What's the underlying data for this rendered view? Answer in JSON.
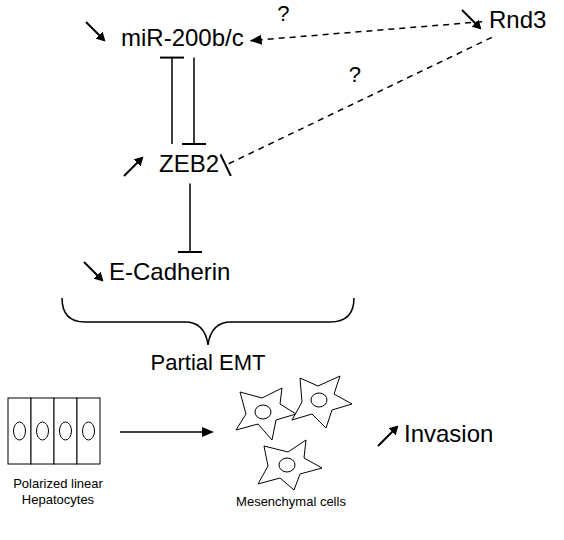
{
  "diagram": {
    "nodes": [
      {
        "text": [
          "miR-200b/c"
        ]
      },
      {
        "text": [
          "Rnd3"
        ]
      },
      {
        "text": [
          "ZEB2"
        ]
      },
      {
        "text": [
          "E-Cadherin"
        ]
      }
    ],
    "edges": [
      {
        "from": 2,
        "to": 0,
        "arrow": "to"
      },
      {
        "from": 0,
        "to": 2,
        "arrow": "to"
      },
      {
        "from": 1,
        "to": 0,
        "label": "?",
        "arrow": "to"
      },
      {
        "from": 1,
        "to": 2,
        "label": "?",
        "arrow": "to"
      },
      {
        "from": 2,
        "to": 3,
        "arrow": "to"
      }
    ],
    "labels": [
      "Partial EMT",
      "Polarized linear Hepatocytes",
      "Mesenchymal cells",
      "Invasion"
    ]
  }
}
